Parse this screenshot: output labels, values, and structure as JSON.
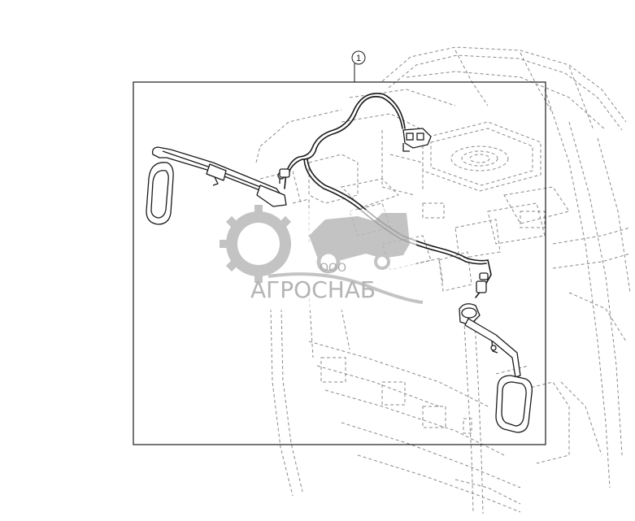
{
  "callout": {
    "number": "1"
  },
  "watermark": {
    "prefix": "ООО",
    "company": "АГРОСНАБ",
    "logo_icon": "gear-combine-logo-icon"
  },
  "colors": {
    "line": "#1a1a1a",
    "dashed": "#8a8a8a",
    "watermark": "#b9b9b9",
    "background": "#ffffff"
  },
  "parts": [
    {
      "name": "left-mirror-icon"
    },
    {
      "name": "right-mirror-icon"
    },
    {
      "name": "wiring-harness-icon"
    },
    {
      "name": "harness-connector-icon"
    }
  ]
}
